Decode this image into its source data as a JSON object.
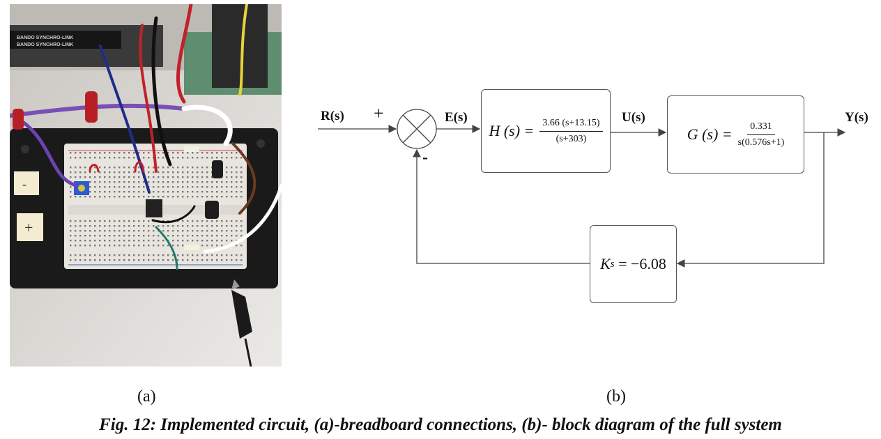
{
  "figure": {
    "caption": "Fig. 12: Implemented circuit, (a)-breadboard connections, (b)- block diagram of the full system",
    "panel_a_label": "(a)",
    "panel_b_label": "(b)"
  },
  "photo": {
    "belt_text": "BANDO SYNCHRO-LINK",
    "tape_labels": [
      "-",
      "+"
    ]
  },
  "diagram": {
    "input_label": "R(s)",
    "plus_sign": "+",
    "minus_sign": "-",
    "error_label": "E(s)",
    "controller_output_label": "U(s)",
    "output_label": "Y(s)",
    "h_block": {
      "lhs": "H (s) =",
      "numerator": "3.66 (s+13.15)",
      "denominator": "(s+303)"
    },
    "g_block": {
      "lhs": "G (s) =",
      "numerator": "0.331",
      "denominator": "s(0.576s+1)"
    },
    "k_block": {
      "lhs": "K",
      "subscript": "s",
      "rhs": " = −6.08"
    }
  },
  "colors": {
    "line": "#444444",
    "breadboard": "#e8e4de",
    "housing": "#1a1a1a"
  }
}
